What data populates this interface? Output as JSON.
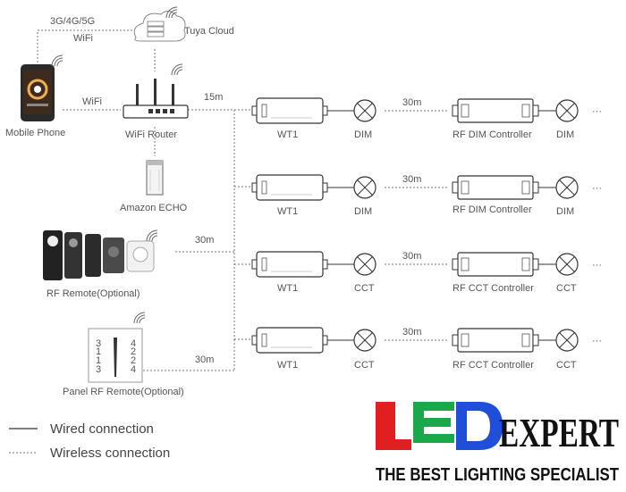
{
  "labels": {
    "cellular": "3G/4G/5G",
    "wifi_top": "WiFi",
    "cloud": "Tuya Cloud",
    "wifi_left": "WiFi",
    "phone": "Mobile Phone",
    "router": "WiFi Router",
    "router_dist": "15m",
    "echo": "Amazon ECHO",
    "rf_remote": "RF Remote(Optional)",
    "rf_dist": "30m",
    "panel_remote": "Panel RF Remote(Optional)",
    "panel_dist": "30m"
  },
  "rows": [
    {
      "wt": "WT1",
      "load": "DIM",
      "dist": "30m",
      "controller": "RF DIM Controller",
      "load2": "DIM"
    },
    {
      "wt": "WT1",
      "load": "DIM",
      "dist": "30m",
      "controller": "RF DIM Controller",
      "load2": "DIM"
    },
    {
      "wt": "WT1",
      "load": "CCT",
      "dist": "30m",
      "controller": "RF CCT Controller",
      "load2": "CCT"
    },
    {
      "wt": "WT1",
      "load": "CCT",
      "dist": "30m",
      "controller": "RF CCT Controller",
      "load2": "CCT"
    }
  ],
  "ellipsis": "···",
  "panel_keys": [
    "1",
    "2",
    "1",
    "2",
    "3",
    "4",
    "3",
    "4"
  ],
  "legend": {
    "wired": "Wired connection",
    "wireless": "Wireless connection"
  },
  "logo": {
    "letters": "LED",
    "word": "EXPERT",
    "tagline": "THE BEST LIGHTING SPECIALIST",
    "colors": {
      "red": "#e02020",
      "green": "#1aa84a",
      "blue": "#1f4fd8",
      "black": "#111111"
    }
  }
}
